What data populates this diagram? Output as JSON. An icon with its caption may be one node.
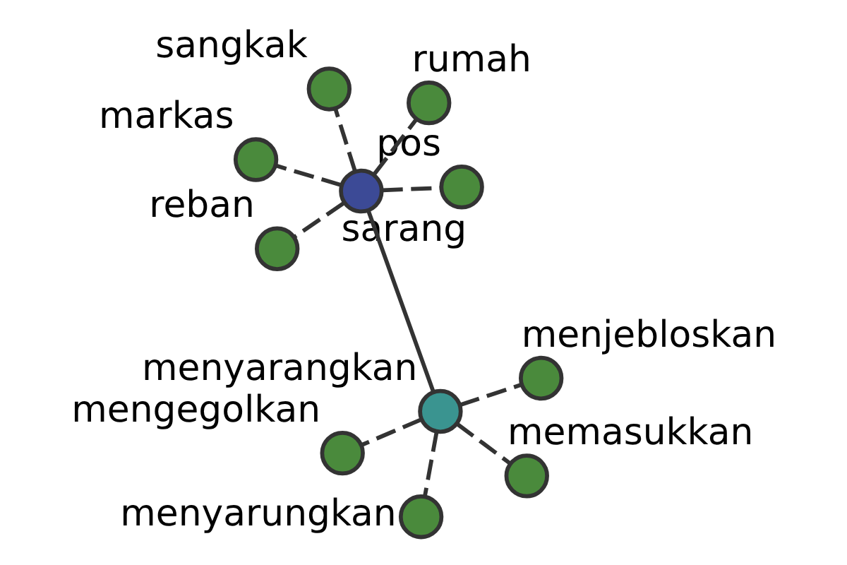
{
  "diagram": {
    "nodes": [
      {
        "text": [
          "sarang"
        ]
      },
      {
        "text": [
          "pos"
        ]
      },
      {
        "text": [
          "reban"
        ]
      },
      {
        "text": [
          "markas"
        ]
      },
      {
        "text": [
          "rumah"
        ]
      },
      {
        "text": [
          "sangkak"
        ]
      },
      {
        "text": [
          "menyarangkan"
        ]
      },
      {
        "text": [
          "memasukkan"
        ]
      },
      {
        "text": [
          "mengegolkan"
        ]
      },
      {
        "text": [
          "menyarungkan"
        ]
      },
      {
        "text": [
          "menjebloskan"
        ]
      }
    ],
    "edges": [
      {
        "from": 0,
        "to": 1,
        "arrow": "none",
        "style": "dashed"
      },
      {
        "from": 0,
        "to": 2,
        "arrow": "none",
        "style": "dashed"
      },
      {
        "from": 0,
        "to": 3,
        "arrow": "none",
        "style": "dashed"
      },
      {
        "from": 0,
        "to": 4,
        "arrow": "none",
        "style": "dashed"
      },
      {
        "from": 0,
        "to": 5,
        "arrow": "none",
        "style": "dashed"
      },
      {
        "from": 0,
        "to": 6,
        "arrow": "none"
      },
      {
        "from": 6,
        "to": 7,
        "arrow": "none",
        "style": "dashed"
      },
      {
        "from": 6,
        "to": 8,
        "arrow": "none",
        "style": "dashed"
      },
      {
        "from": 6,
        "to": 9,
        "arrow": "none",
        "style": "dashed"
      },
      {
        "from": 6,
        "to": 10,
        "arrow": "none",
        "style": "dashed"
      }
    ]
  }
}
